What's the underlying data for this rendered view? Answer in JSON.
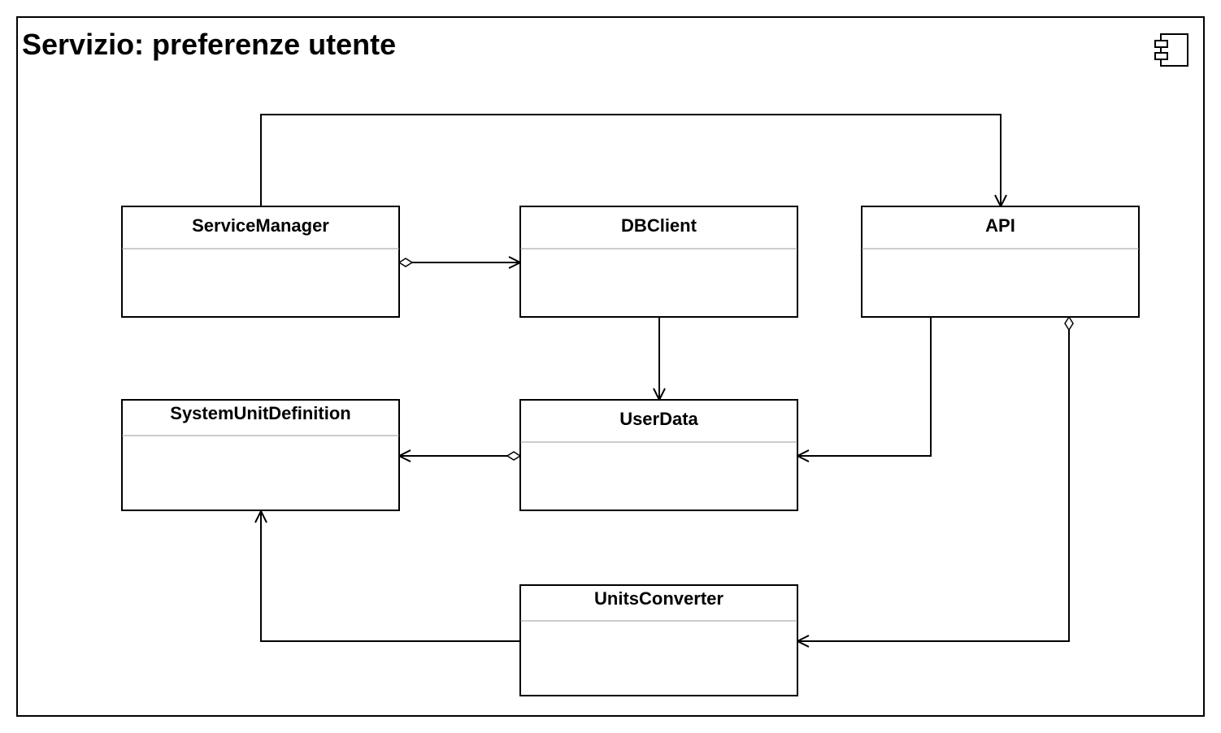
{
  "frame": {
    "title": "Servizio: preferenze utente",
    "icon": "uml-component-icon"
  },
  "classes": {
    "service_manager": "ServiceManager",
    "db_client": "DBClient",
    "api": "API",
    "system_unit_definition": "SystemUnitDefinition",
    "user_data": "UserData",
    "units_converter": "UnitsConverter"
  },
  "relations": [
    {
      "from": "ServiceManager",
      "to": "API",
      "kind": "association"
    },
    {
      "from": "ServiceManager",
      "to": "DBClient",
      "kind": "aggregation"
    },
    {
      "from": "DBClient",
      "to": "UserData",
      "kind": "association"
    },
    {
      "from": "API",
      "to": "UserData",
      "kind": "association"
    },
    {
      "from": "UserData",
      "to": "SystemUnitDefinition",
      "kind": "aggregation"
    },
    {
      "from": "API",
      "to": "UnitsConverter",
      "kind": "aggregation"
    },
    {
      "from": "UnitsConverter",
      "to": "SystemUnitDefinition",
      "kind": "association"
    }
  ]
}
